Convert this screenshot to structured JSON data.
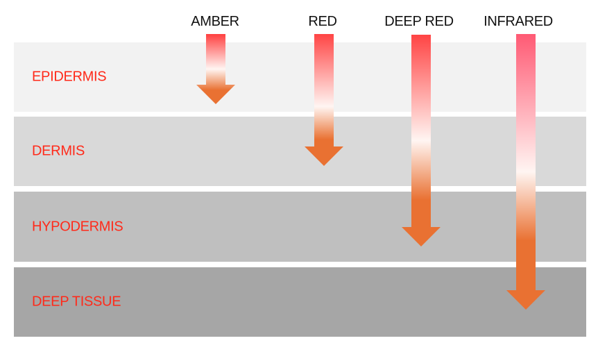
{
  "diagram": {
    "title": "Light wavelength penetration depth into skin layers",
    "layers": [
      {
        "id": "epidermis",
        "label": "EPIDERMIS",
        "color": "#f2f2f2"
      },
      {
        "id": "dermis",
        "label": "DERMIS",
        "color": "#d9d9d9"
      },
      {
        "id": "hypodermis",
        "label": "HYPODERMIS",
        "color": "#bfbfbf"
      },
      {
        "id": "deep-tissue",
        "label": "DEEP TISSUE",
        "color": "#a6a6a6"
      }
    ],
    "wavelengths": [
      {
        "id": "amber",
        "label": "AMBER",
        "penetrates_to": "epidermis",
        "top_color": "#ff4040"
      },
      {
        "id": "red",
        "label": "RED",
        "penetrates_to": "dermis",
        "top_color": "#ff4444"
      },
      {
        "id": "deep-red",
        "label": "DEEP RED",
        "penetrates_to": "hypodermis",
        "top_color": "#ff4444"
      },
      {
        "id": "infrared",
        "label": "INFRARED",
        "penetrates_to": "deep-tissue",
        "top_color": "#ff5a74"
      }
    ],
    "colors": {
      "label_red": "#ff2a1a",
      "arrow_orange": "#e97132",
      "gradient_mid": "#fff5f2"
    }
  }
}
